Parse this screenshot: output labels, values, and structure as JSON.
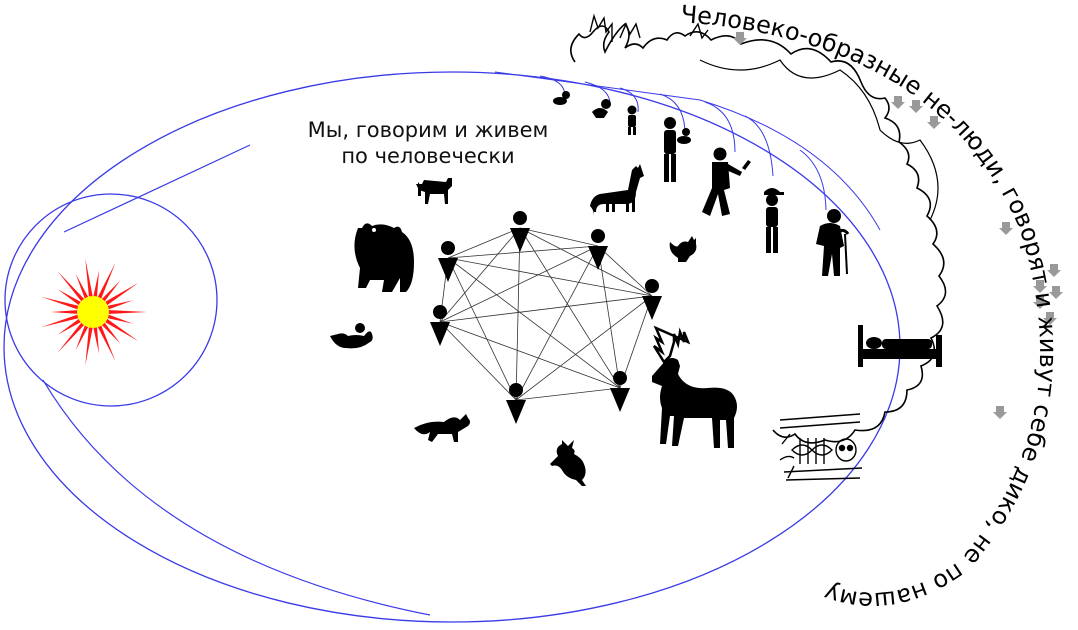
{
  "diagram": {
    "inner_caption": {
      "line1": "Мы, говорим и живем",
      "line2": "по человечески"
    },
    "outer_caption": "Человеко-образные не-люди, говорят и живут себе дико, не по нашему",
    "colors": {
      "outline": "#3a3ae8",
      "sun_rays": "#ff1a1a",
      "sun_core": "#ffff00",
      "ink": "#000000",
      "bone": "#ffffff",
      "arrow_grey": "#999999"
    },
    "network": {
      "people": [
        "p1",
        "p2",
        "p3",
        "p4",
        "p5",
        "p6",
        "p7",
        "p8"
      ]
    },
    "lifecycle": [
      "baby",
      "toddler",
      "child",
      "man-with-baby",
      "walking-man",
      "boy-with-cap",
      "elder-with-cane",
      "lying-in-bed",
      "skeleton"
    ],
    "animals": [
      "dog",
      "bear",
      "llama",
      "squirrel",
      "duck",
      "deer",
      "fox",
      "hare"
    ]
  }
}
